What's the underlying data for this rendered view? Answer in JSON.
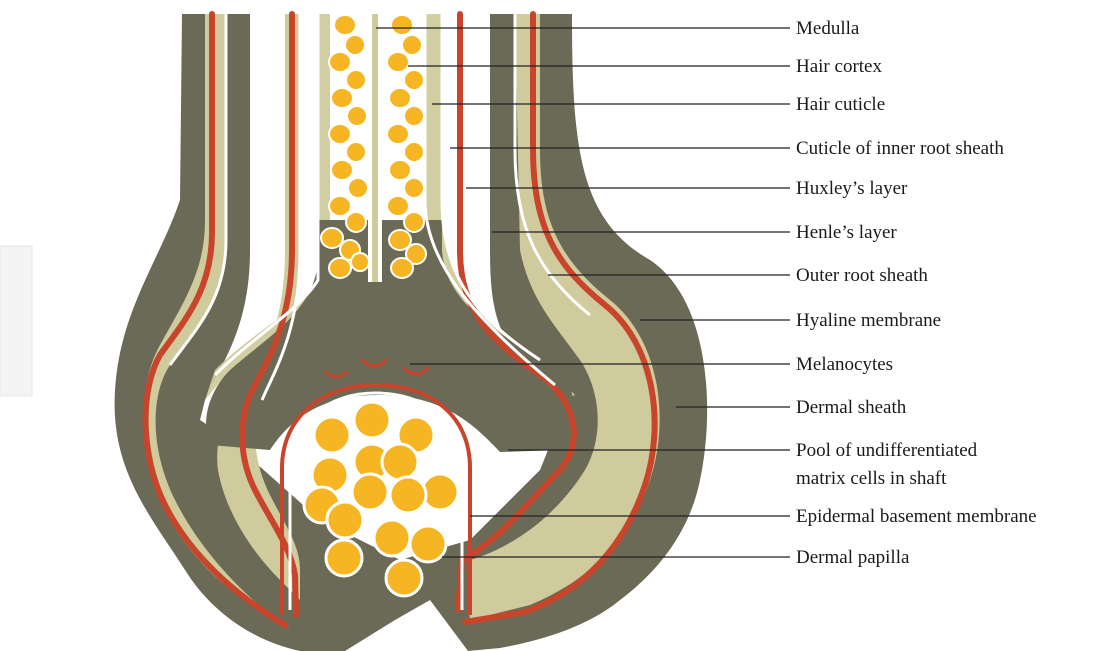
{
  "labels": [
    {
      "id": "medulla",
      "text": "Medulla"
    },
    {
      "id": "hair-cortex",
      "text": "Hair cortex"
    },
    {
      "id": "hair-cuticle",
      "text": "Hair cuticle"
    },
    {
      "id": "cuticle-irs",
      "text": "Cuticle of inner root sheath"
    },
    {
      "id": "huxley",
      "text": "Huxley’s layer"
    },
    {
      "id": "henle",
      "text": "Henle’s layer"
    },
    {
      "id": "outer-root-sheath",
      "text": "Outer root sheath"
    },
    {
      "id": "hyaline",
      "text": "Hyaline membrane"
    },
    {
      "id": "melanocytes",
      "text": "Melanocytes"
    },
    {
      "id": "dermal-sheath",
      "text": "Dermal sheath"
    },
    {
      "id": "pool-line1",
      "text": "Pool of undifferentiated"
    },
    {
      "id": "pool-line2",
      "text": "matrix cells in shaft"
    },
    {
      "id": "basement",
      "text": "Epidermal basement membrane"
    },
    {
      "id": "papilla",
      "text": "Dermal papilla"
    }
  ],
  "colors": {
    "dermal_sheath": "#6b6a56",
    "outer_root_sheath": "#cfcb9c",
    "hyaline_membrane": "#c8452c",
    "cells": "#f6b623",
    "membrane_white": "#ffffff",
    "label_line": "#222222"
  }
}
